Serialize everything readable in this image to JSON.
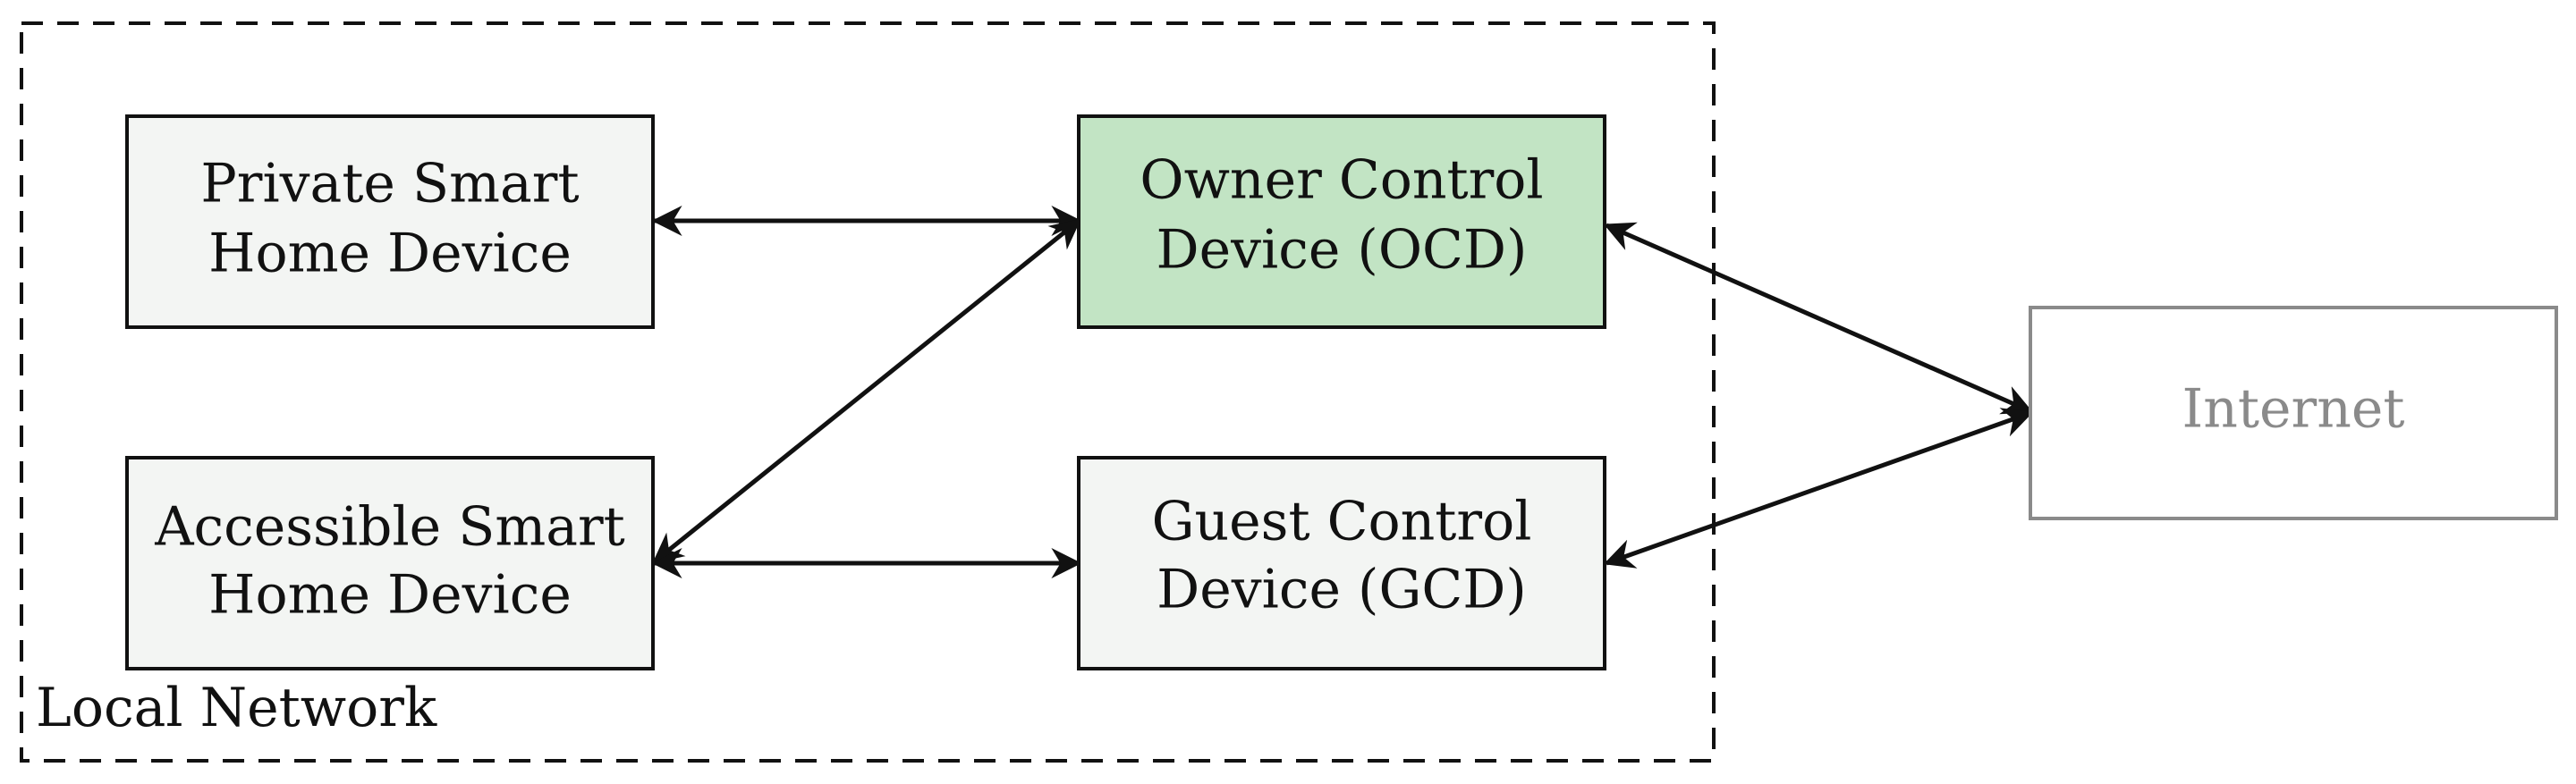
{
  "diagram": {
    "region": {
      "label": "Local Network"
    },
    "nodes": {
      "private_device": {
        "line1": "Private Smart",
        "line2": "Home Device"
      },
      "accessible_device": {
        "line1": "Accessible Smart",
        "line2": "Home Device"
      },
      "ocd": {
        "line1": "Owner Control",
        "line2": "Device (OCD)"
      },
      "gcd": {
        "line1": "Guest Control",
        "line2": "Device (GCD)"
      },
      "internet": {
        "line1": "Internet"
      }
    },
    "colors": {
      "box_fill": "#f3f5f3",
      "box_stroke": "#111111",
      "ocd_fill": "#c2e4c4",
      "internet_stroke": "#8a8a8a",
      "internet_text": "#8a8a8a",
      "text": "#111111",
      "edge": "#111111"
    },
    "edges": [
      {
        "from": "private_device",
        "to": "ocd",
        "direction": "both"
      },
      {
        "from": "accessible_device",
        "to": "ocd",
        "direction": "both"
      },
      {
        "from": "accessible_device",
        "to": "gcd",
        "direction": "both"
      },
      {
        "from": "ocd",
        "to": "internet",
        "direction": "both"
      },
      {
        "from": "gcd",
        "to": "internet",
        "direction": "both"
      }
    ]
  }
}
